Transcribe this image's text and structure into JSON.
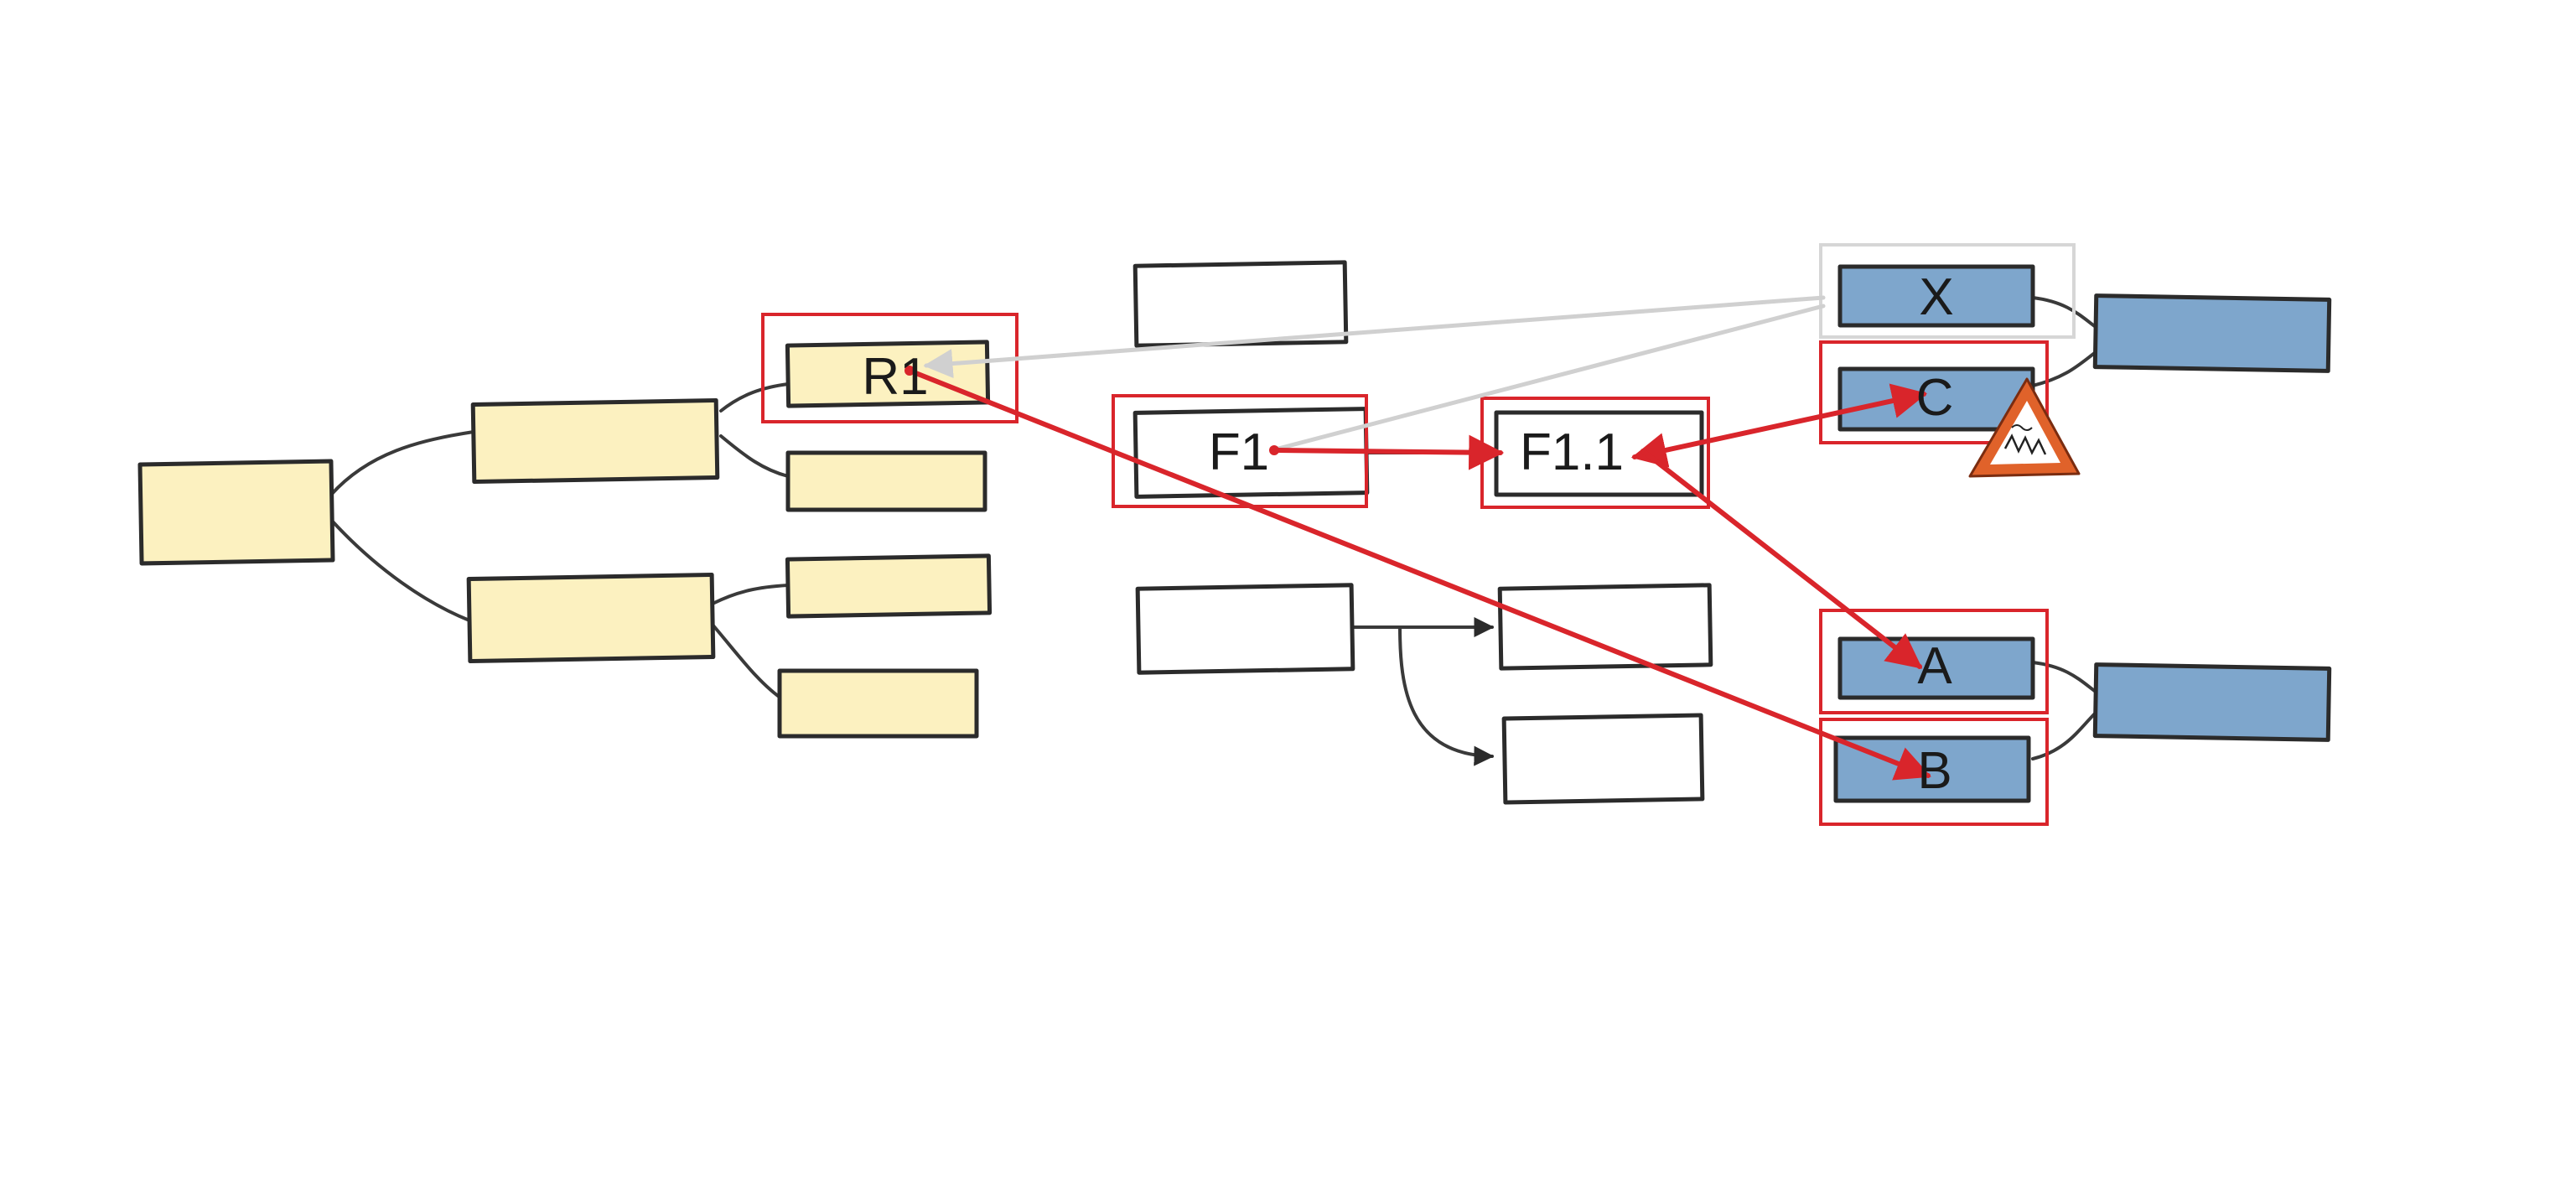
{
  "labels": {
    "r1": "R1",
    "f1": "F1",
    "f11": "F1.1",
    "x": "X",
    "c": "C",
    "a": "A",
    "b": "B"
  },
  "colors": {
    "yellow_box": "#fcf1c0",
    "blue_box": "#7ea6cc",
    "highlight_red": "#d9252b",
    "faded_grey": "#d0d0d0",
    "warning_orange": "#e0622a"
  },
  "icons": {
    "warning": "warning-triangle-icon"
  }
}
